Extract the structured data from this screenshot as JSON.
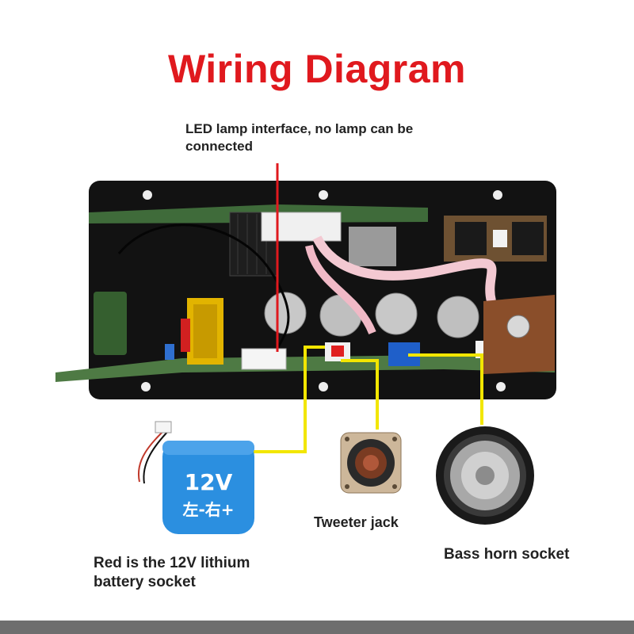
{
  "title": "Wiring Diagram",
  "labels": {
    "led_interface": "LED lamp interface, no lamp can be connected",
    "tweeter": "Tweeter jack",
    "bass": "Bass horn socket",
    "battery": "Red is the 12V lithium battery socket"
  },
  "battery_pack": {
    "voltage": "12V",
    "polarity": "左-右+"
  },
  "colors": {
    "title": "#e0191e",
    "led_pointer_line": "#e0191e",
    "connector_lines": "#f2e600",
    "board_plate": "#111111",
    "battery_body": "#2b8fe0"
  }
}
